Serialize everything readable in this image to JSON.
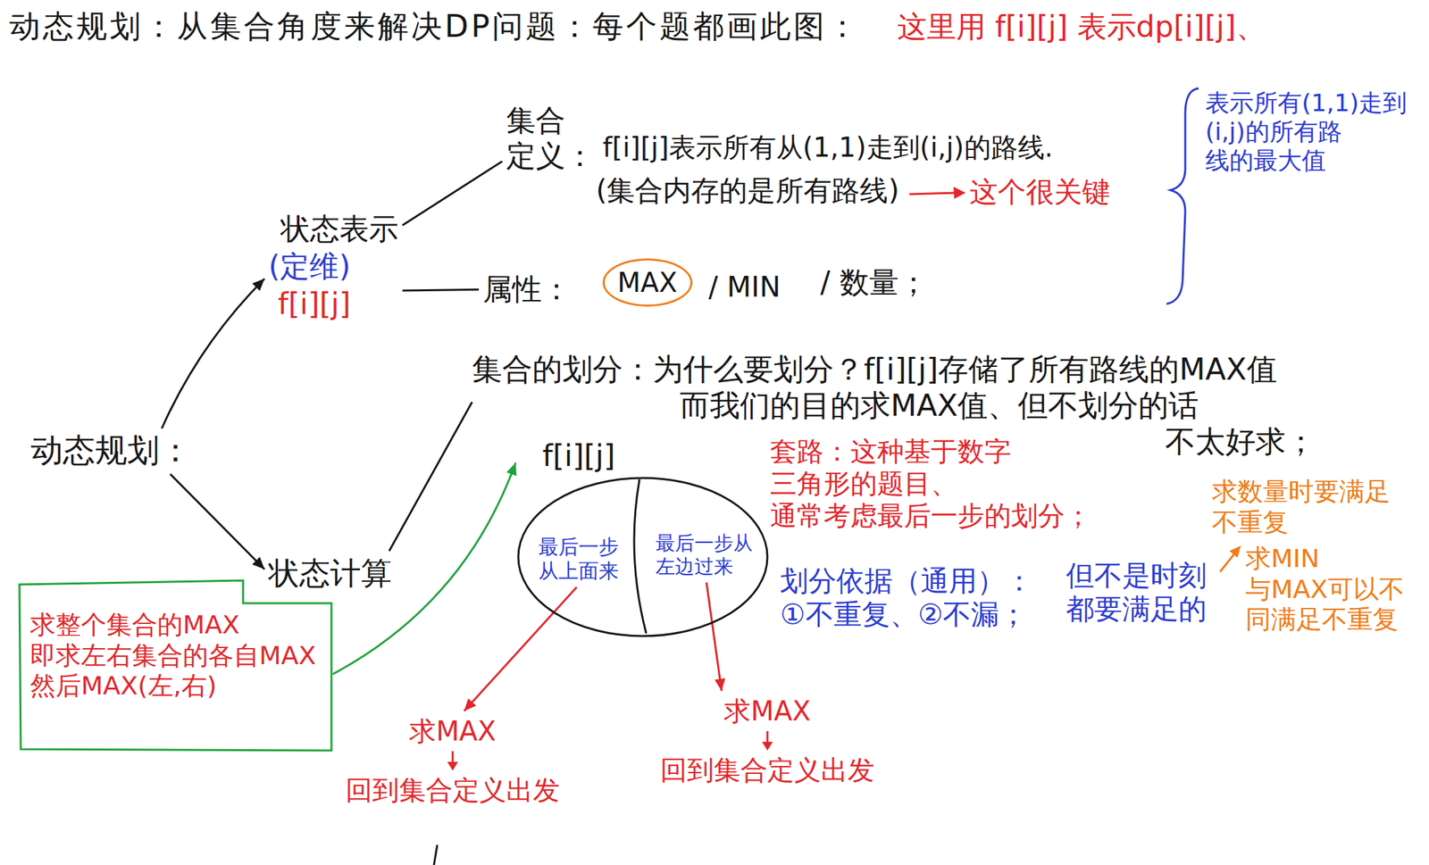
{
  "diagram": {
    "title": "动态规划：从集合角度来解决DP问题：每个题都画此图：",
    "nodes": [
      {
        "text": [
          "动态规划："
        ]
      },
      {
        "text": [
          "状态表示",
          "(定维)",
          "f[i][j]"
        ]
      },
      {
        "text": [
          "状态计算"
        ]
      },
      {
        "text": [
          "集合 定义：",
          "f[i][j]表示所有从(1,1)走到(i,j)的路线.",
          "(集合内存的是所有路线)"
        ]
      },
      {
        "text": [
          "属性："
        ]
      },
      {
        "text": [
          "MAX"
        ]
      },
      {
        "text": [
          "集合的划分：为什么要划分？f[i][j]存储了所有路线的MAX值 而我们的目的求MAX值、但不划分的话 不太好求；"
        ]
      },
      {
        "text": [
          "f[i][j]"
        ]
      },
      {
        "text": [
          "最后一步 从上面来"
        ],
        "in": 7
      },
      {
        "text": [
          "最后一步从 左边过来"
        ],
        "in": 7
      },
      {
        "text": [
          "求MAX",
          "回到集合定义出发"
        ]
      },
      {
        "text": [
          "求MAX",
          "回到集合定义出发"
        ]
      },
      {
        "text": [
          "求整个集合的MAX 即求左右集合的各自MAX 然后MAX(左,右)"
        ]
      }
    ],
    "edges": [
      {
        "from": 0,
        "to": 1,
        "arrow": "to"
      },
      {
        "from": 0,
        "to": 2,
        "arrow": "to"
      },
      {
        "from": 1,
        "to": 3,
        "arrow": "none"
      },
      {
        "from": 1,
        "to": 4,
        "arrow": "none"
      },
      {
        "from": 2,
        "to": 6,
        "arrow": "none"
      },
      {
        "from": 12,
        "to": 7,
        "arrow": "to"
      },
      {
        "from": 8,
        "to": 10,
        "arrow": "to"
      },
      {
        "from": 9,
        "to": 11,
        "arrow": "to"
      }
    ],
    "labels": [
      "这里用 f[i][j] 表示dp[i][j]、",
      "这个很关键",
      "表示所有(1,1)走到 (i,j)的所有路 线的最大值",
      "/ MIN",
      "/ 数量；",
      "套路：这种基于数字 三角形的题目、 通常考虑最后一步的划分；",
      "划分依据（通用）： ①不重复、②不漏；",
      "但不是时刻 都要满足的",
      "求数量时要满足 不重复",
      "求MIN 与MAX可以不 同满足不重复"
    ]
  }
}
